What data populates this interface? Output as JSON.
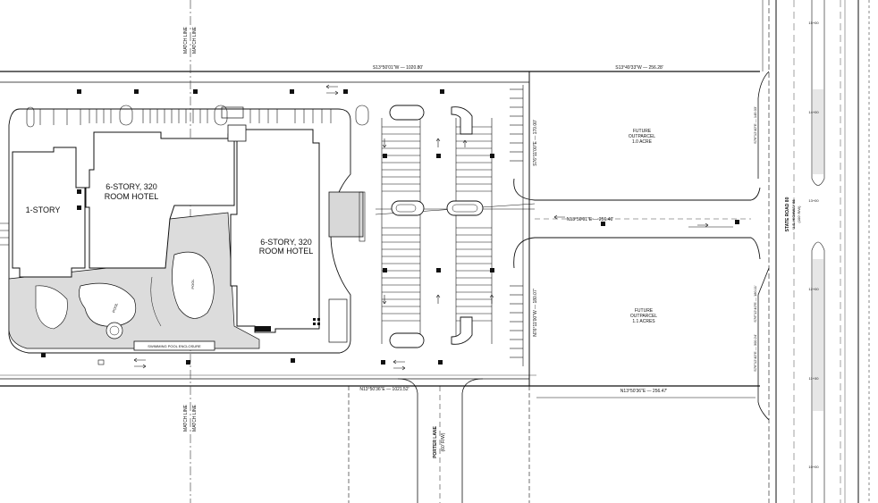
{
  "labels": {
    "match_line_top_a": "MATCH LINE",
    "match_line_top_b": "MATCH LINE",
    "match_line_bottom_a": "MATCH LINE",
    "match_line_bottom_b": "MATCH LINE",
    "one_story": "1-STORY",
    "hotel_west_line1": "6-STORY, 320",
    "hotel_west_line2": "ROOM HOTEL",
    "hotel_east_line1": "6-STORY, 320",
    "hotel_east_line2": "ROOM HOTEL",
    "pool_west": "POOL",
    "pool_center": "POOL",
    "outparcel_north_line1": "FUTURE",
    "outparcel_north_line2": "OUTPARCEL",
    "outparcel_north_line3": "1.0 ACRE",
    "outparcel_south_line1": "FUTURE",
    "outparcel_south_line2": "OUTPARCEL",
    "outparcel_south_line3": "1.1 ACRES",
    "bearing_north_west": "S13°50'01\"W — 1020.80'",
    "bearing_north_east": "S13°49'33\"W — 256.28'",
    "bearing_south_west": "N13°50'36\"E — 1021.52'",
    "bearing_south_east": "N13°50'36\"E — 256.47'",
    "bearing_access": "N13°50'01\"E — 256.40'",
    "bearing_north_vertical": "S76°11'00\"E — 170.00'",
    "bearing_south_vertical": "N76°11'00\"W — 180.07'",
    "bearing_row_north": "S76°12'40\"E — 145.03'",
    "bearing_row_south_a": "S76°12'40\"E — 180.11'",
    "bearing_row_south_b": "S76°12'40\"E — 300.24'",
    "road_east_line1": "STATE ROAD 80",
    "road_east_line2": "U.S. HIGHWAY 98",
    "road_east_line3": "(100' R/W)",
    "road_south_line1": "PORTER LANE",
    "road_south_line2": "(60' R/W)",
    "station_1": "15+00",
    "station_2": "14+00",
    "station_3": "13+00",
    "station_4": "12+00",
    "station_5": "11+00",
    "station_6": "10+00",
    "sign_strip": "SWIMMING POOL ENCLOSURE"
  }
}
